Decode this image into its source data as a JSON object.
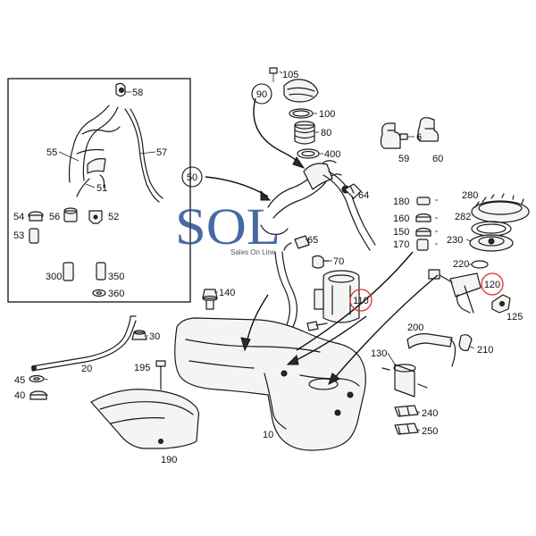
{
  "watermark": {
    "logo": "SOL",
    "tagline": "Sales On Line"
  },
  "callouts": {
    "c105": "105",
    "c90": "90",
    "c100": "100",
    "c80": "80",
    "c400": "400",
    "c58": "58",
    "c55": "55",
    "c57": "57",
    "c51": "51",
    "c50": "50",
    "c54": "54",
    "c56": "56",
    "c52": "52",
    "c53": "53",
    "c300": "300",
    "c350": "350",
    "c360": "360",
    "c6": "6",
    "c59": "59",
    "c60": "60",
    "c64": "64",
    "c180": "180",
    "c160": "160",
    "c150": "150",
    "c170": "170",
    "c280": "280",
    "c282": "282",
    "c230": "230",
    "c220": "220",
    "c120": "120",
    "c125": "125",
    "c65": "65",
    "c70": "70",
    "c140": "140",
    "c110": "110",
    "c30": "30",
    "c20": "20",
    "c45": "45",
    "c40": "40",
    "c195": "195",
    "c190": "190",
    "c10": "10",
    "c200": "200",
    "c210": "210",
    "c130": "130",
    "c240": "240",
    "c250": "250"
  },
  "colors": {
    "highlight": "#d9342b",
    "watermark": "#1f4a8f",
    "line": "#1a1a1a"
  }
}
